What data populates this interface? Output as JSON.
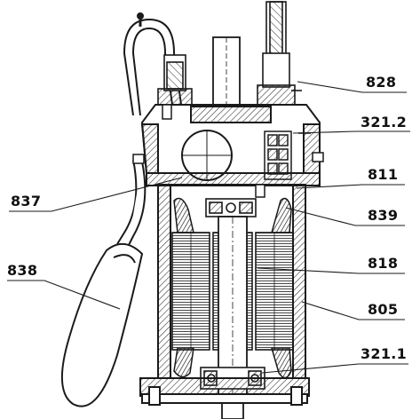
{
  "callouts": {
    "c828": "828",
    "c3212": "321.2",
    "c837": "837",
    "c811": "811",
    "c839": "839",
    "c838": "838",
    "c818": "818",
    "c805": "805",
    "c3211": "321.1"
  },
  "colors": {
    "line": "#1a1a1a",
    "hatch": "#2b2b2b",
    "paper": "#ffffff",
    "shade": "#cfcfcf"
  }
}
